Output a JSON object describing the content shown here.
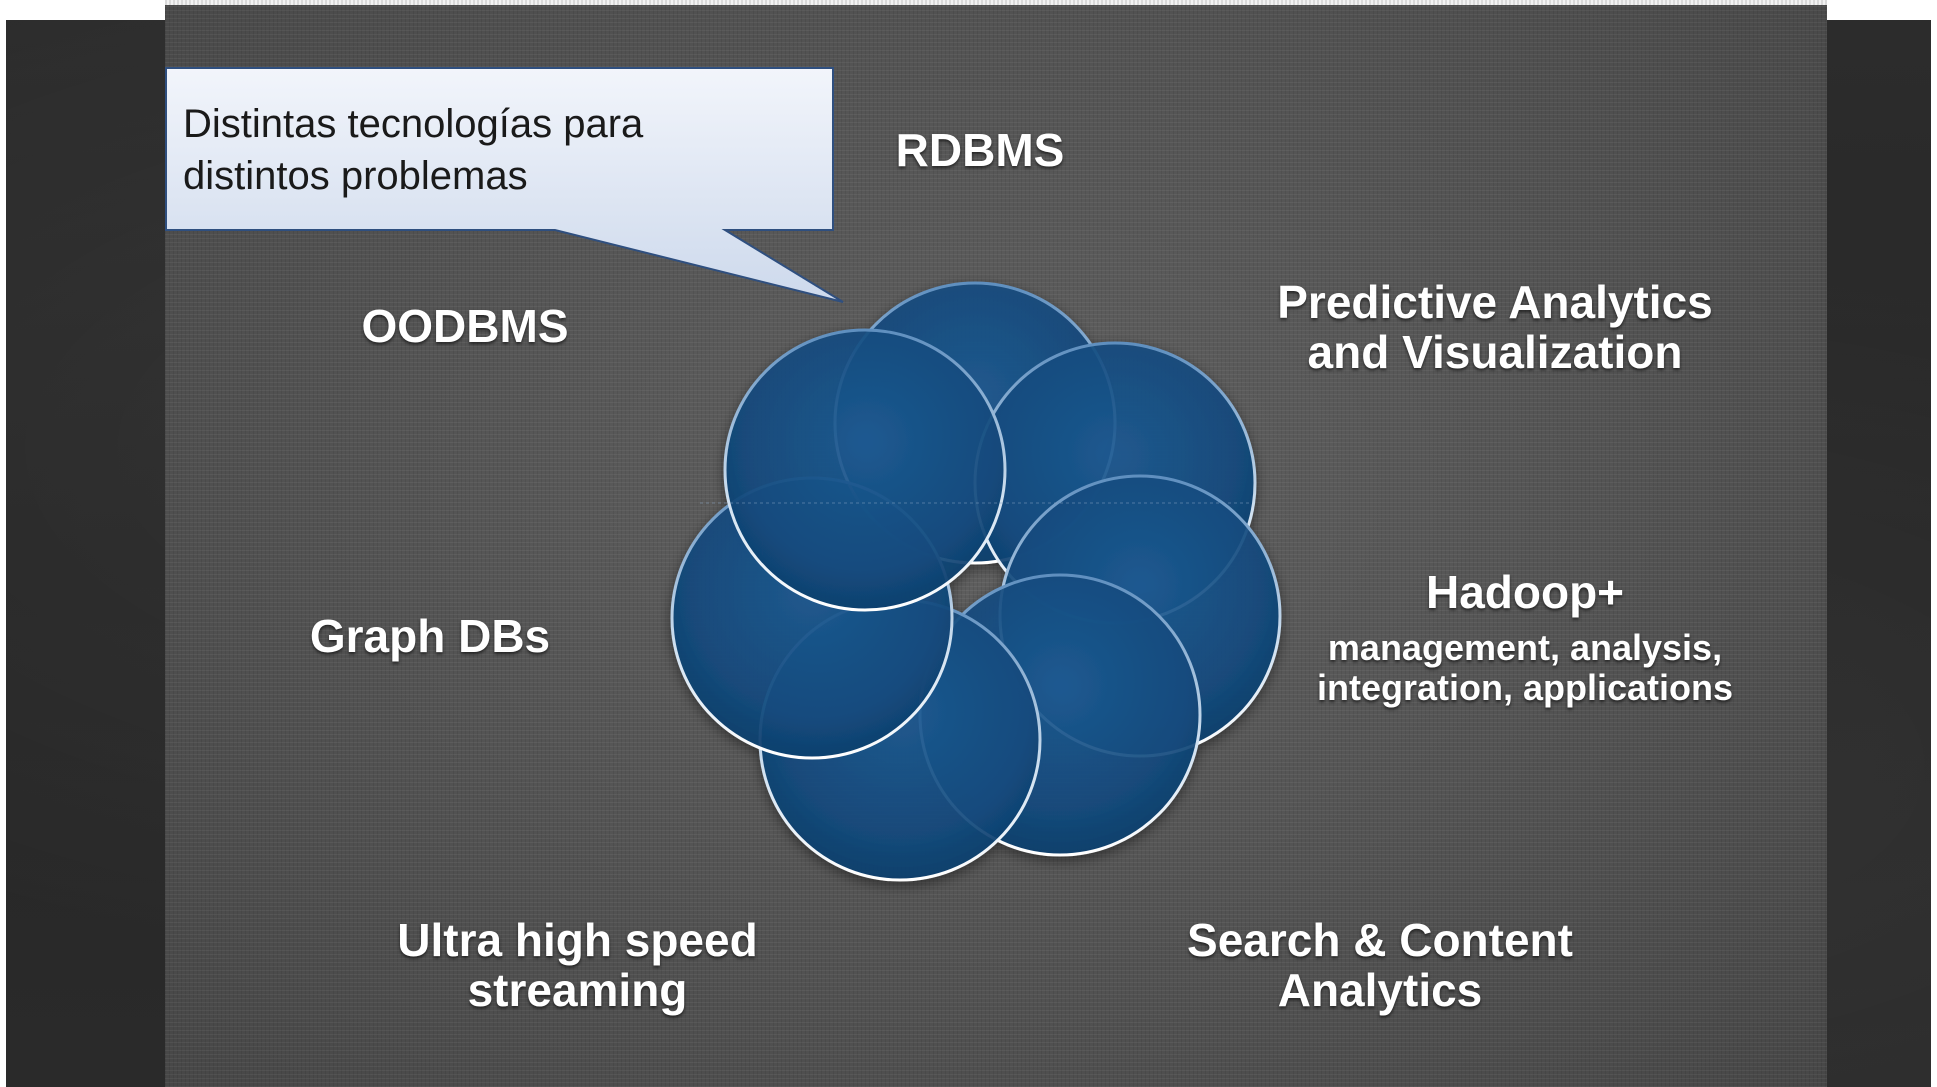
{
  "callout": {
    "line1": "Distintas tecnologías para",
    "line2": "distintos problemas"
  },
  "labels": {
    "rdbms": "RDBMS",
    "predictive_line1": "Predictive Analytics",
    "predictive_line2": "and Visualization",
    "oodbms": "OODBMS",
    "hadoop_title": "Hadoop+",
    "hadoop_line1": "management, analysis,",
    "hadoop_line2": "integration, applications",
    "graph": "Graph DBs",
    "ultra_line1": "Ultra high speed",
    "ultra_line2": "streaming",
    "search_line1": "Search & Content",
    "search_line2": "Analytics"
  },
  "colors": {
    "chalkboard": "#2a2a2a",
    "slide": "#555555",
    "ring_fill": "#13487a",
    "ring_edge": "#dfe9f3",
    "callout_fill": "#dde6f4",
    "callout_border": "#3b5f8f",
    "label_text": "#ffffff"
  }
}
